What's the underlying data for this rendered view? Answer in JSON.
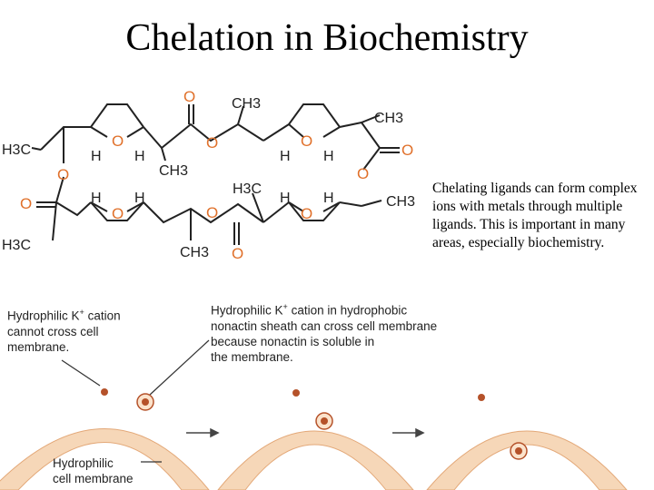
{
  "slide": {
    "title": "Chelation in Biochemistry",
    "caption": "Chelating ligands can form complex ions with metals through multiple ligands.   This is important in many areas, especially biochemistry."
  },
  "structure": {
    "labels": {
      "ch3": "CH3",
      "h3c": "H3C",
      "h": "H",
      "o": "O"
    },
    "colors": {
      "oxygen": "#e0702a",
      "bond": "#222222"
    }
  },
  "membrane_figure": {
    "label_left_1": "Hydrophilic K",
    "label_left_2": "cation",
    "label_left_3": "cannot cross cell",
    "label_left_4": "membrane.",
    "label_mid_1": "Hydrophilic K",
    "label_mid_2": "cation in hydrophobic",
    "label_mid_3": "nonactin sheath can cross cell membrane",
    "label_mid_4": "because nonactin is soluble in",
    "label_mid_5": "the membrane.",
    "label_bottom_1": "Hydrophilic",
    "label_bottom_2": "cell membrane",
    "superscript": "+",
    "colors": {
      "membrane_fill": "#f6d7b8",
      "membrane_edge": "#e3a878",
      "ion": "#b5522a"
    }
  }
}
